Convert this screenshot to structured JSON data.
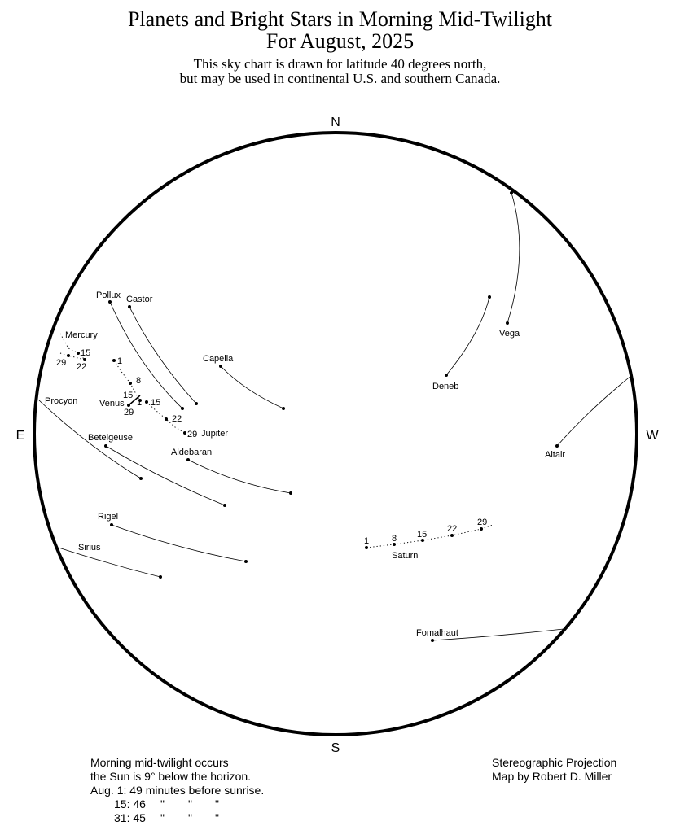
{
  "title": {
    "line1": "Planets and Bright Stars in Morning Mid-Twilight",
    "line2": "For August, 2025",
    "sub1": "This sky chart is drawn for latitude 40 degrees north,",
    "sub2": "but may be used in continental U.S. and southern Canada."
  },
  "compass": {
    "north": "N",
    "south": "S",
    "east": "E",
    "west": "W"
  },
  "stars": {
    "vega": "Vega",
    "deneb": "Deneb",
    "altair": "Altair",
    "fomalhaut": "Fomalhaut",
    "capella": "Capella",
    "pollux": "Pollux",
    "castor": "Castor",
    "procyon": "Procyon",
    "betelgeuse": "Betelgeuse",
    "aldebaran": "Aldebaran",
    "rigel": "Rigel",
    "sirius": "Sirius"
  },
  "planets": {
    "mercury": {
      "name": "Mercury",
      "dates": [
        "15",
        "22",
        "29"
      ]
    },
    "venus": {
      "name": "Venus",
      "dates": [
        "1",
        "8",
        "15",
        "22",
        "29"
      ]
    },
    "jupiter": {
      "name": "Jupiter",
      "dates": [
        "1",
        "15",
        "29"
      ]
    },
    "saturn": {
      "name": "Saturn",
      "dates": [
        "1",
        "8",
        "15",
        "22",
        "29"
      ]
    }
  },
  "notes": {
    "left1": "Morning mid-twilight occurs",
    "left2": "the Sun is 9° below the horizon.",
    "left3": "Aug. 1: 49 minutes before sunrise.",
    "left4": "15: 46",
    "left5": "31: 45",
    "ditto": "\"",
    "right1": "Stereographic Projection",
    "right2": "Map by Robert D. Miller"
  }
}
